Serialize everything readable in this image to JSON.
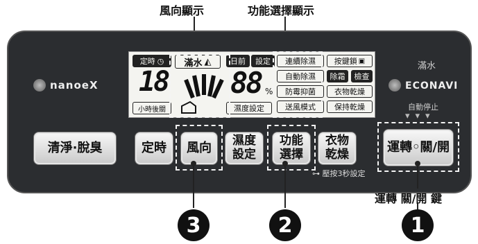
{
  "callouts": {
    "wind_display": "風向顯示",
    "function_display": "功能選擇顯示",
    "power_key": "運轉 關/開 鍵"
  },
  "lcd": {
    "timer_label": "定時",
    "timer_digits": "18",
    "timer_unit": "小時後關",
    "full_water": "滿水",
    "day_label": "日前",
    "setting_label": "設定",
    "humidity_digits": "88",
    "percent": "%",
    "humidity_setting": "濕度設定",
    "mode_continuous": "連續除濕",
    "mode_auto": "自動除濕",
    "mode_mold": "防霉抑菌",
    "mode_fan": "送風模式",
    "key_lock": "按鍵鎖",
    "defrost": "除霜",
    "check": "檢查",
    "laundry_dry": "衣物乾燥",
    "keep_dry": "保持乾燥"
  },
  "branding": {
    "nanoe": "nanoeX",
    "econavi": "ECONAVI"
  },
  "status": {
    "full_water": "滿水",
    "auto_stop": "自動停止"
  },
  "buttons": {
    "clean_deodorize": "清淨·脫臭",
    "timer": "定時",
    "wind_direction": "風向",
    "humidity_setting": "濕度\n設定",
    "function_select": "功能\n選擇",
    "laundry_dry": "衣物\n乾燥",
    "power": "運轉◦關/開"
  },
  "hint": {
    "lock_hint": "壓按3秒設定"
  },
  "markers": {
    "power": "1",
    "function": "2",
    "wind": "3"
  },
  "colors": {
    "panel": "#2b2d30",
    "lcd": "#f4f4f0",
    "button": "#e4e4e4"
  }
}
